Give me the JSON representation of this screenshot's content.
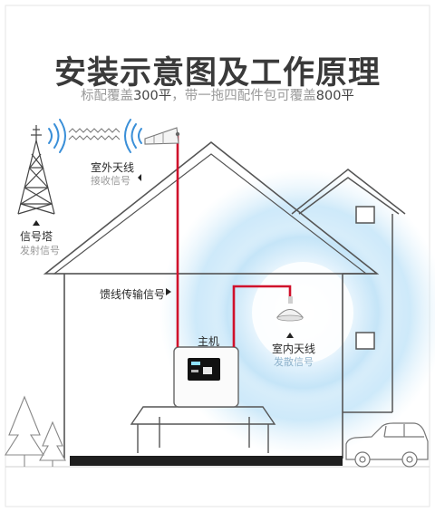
{
  "title": "安装示意图及工作原理",
  "subtitle": {
    "text_a": "标配覆盖",
    "value_a": "300平",
    "text_b": "，带一拖四配件包可覆盖",
    "value_b": "800平"
  },
  "labels": {
    "outdoor_antenna": "室外天线",
    "outdoor_antenna_sub": "接收信号",
    "tower": "信号塔",
    "tower_sub": "发射信号",
    "feeder": "馈线传输信号",
    "host": "主机",
    "indoor_antenna": "室内天线",
    "indoor_antenna_sub": "发散信号"
  },
  "colors": {
    "cable": "#d0102b",
    "line": "#555555",
    "signal_blue": "#3a8fd8",
    "coverage": "#9fd1f2"
  },
  "icons": [
    "signal-tower-icon",
    "outdoor-antenna-icon",
    "indoor-antenna-icon",
    "repeater-host-icon",
    "car-icon",
    "tree-icon"
  ]
}
